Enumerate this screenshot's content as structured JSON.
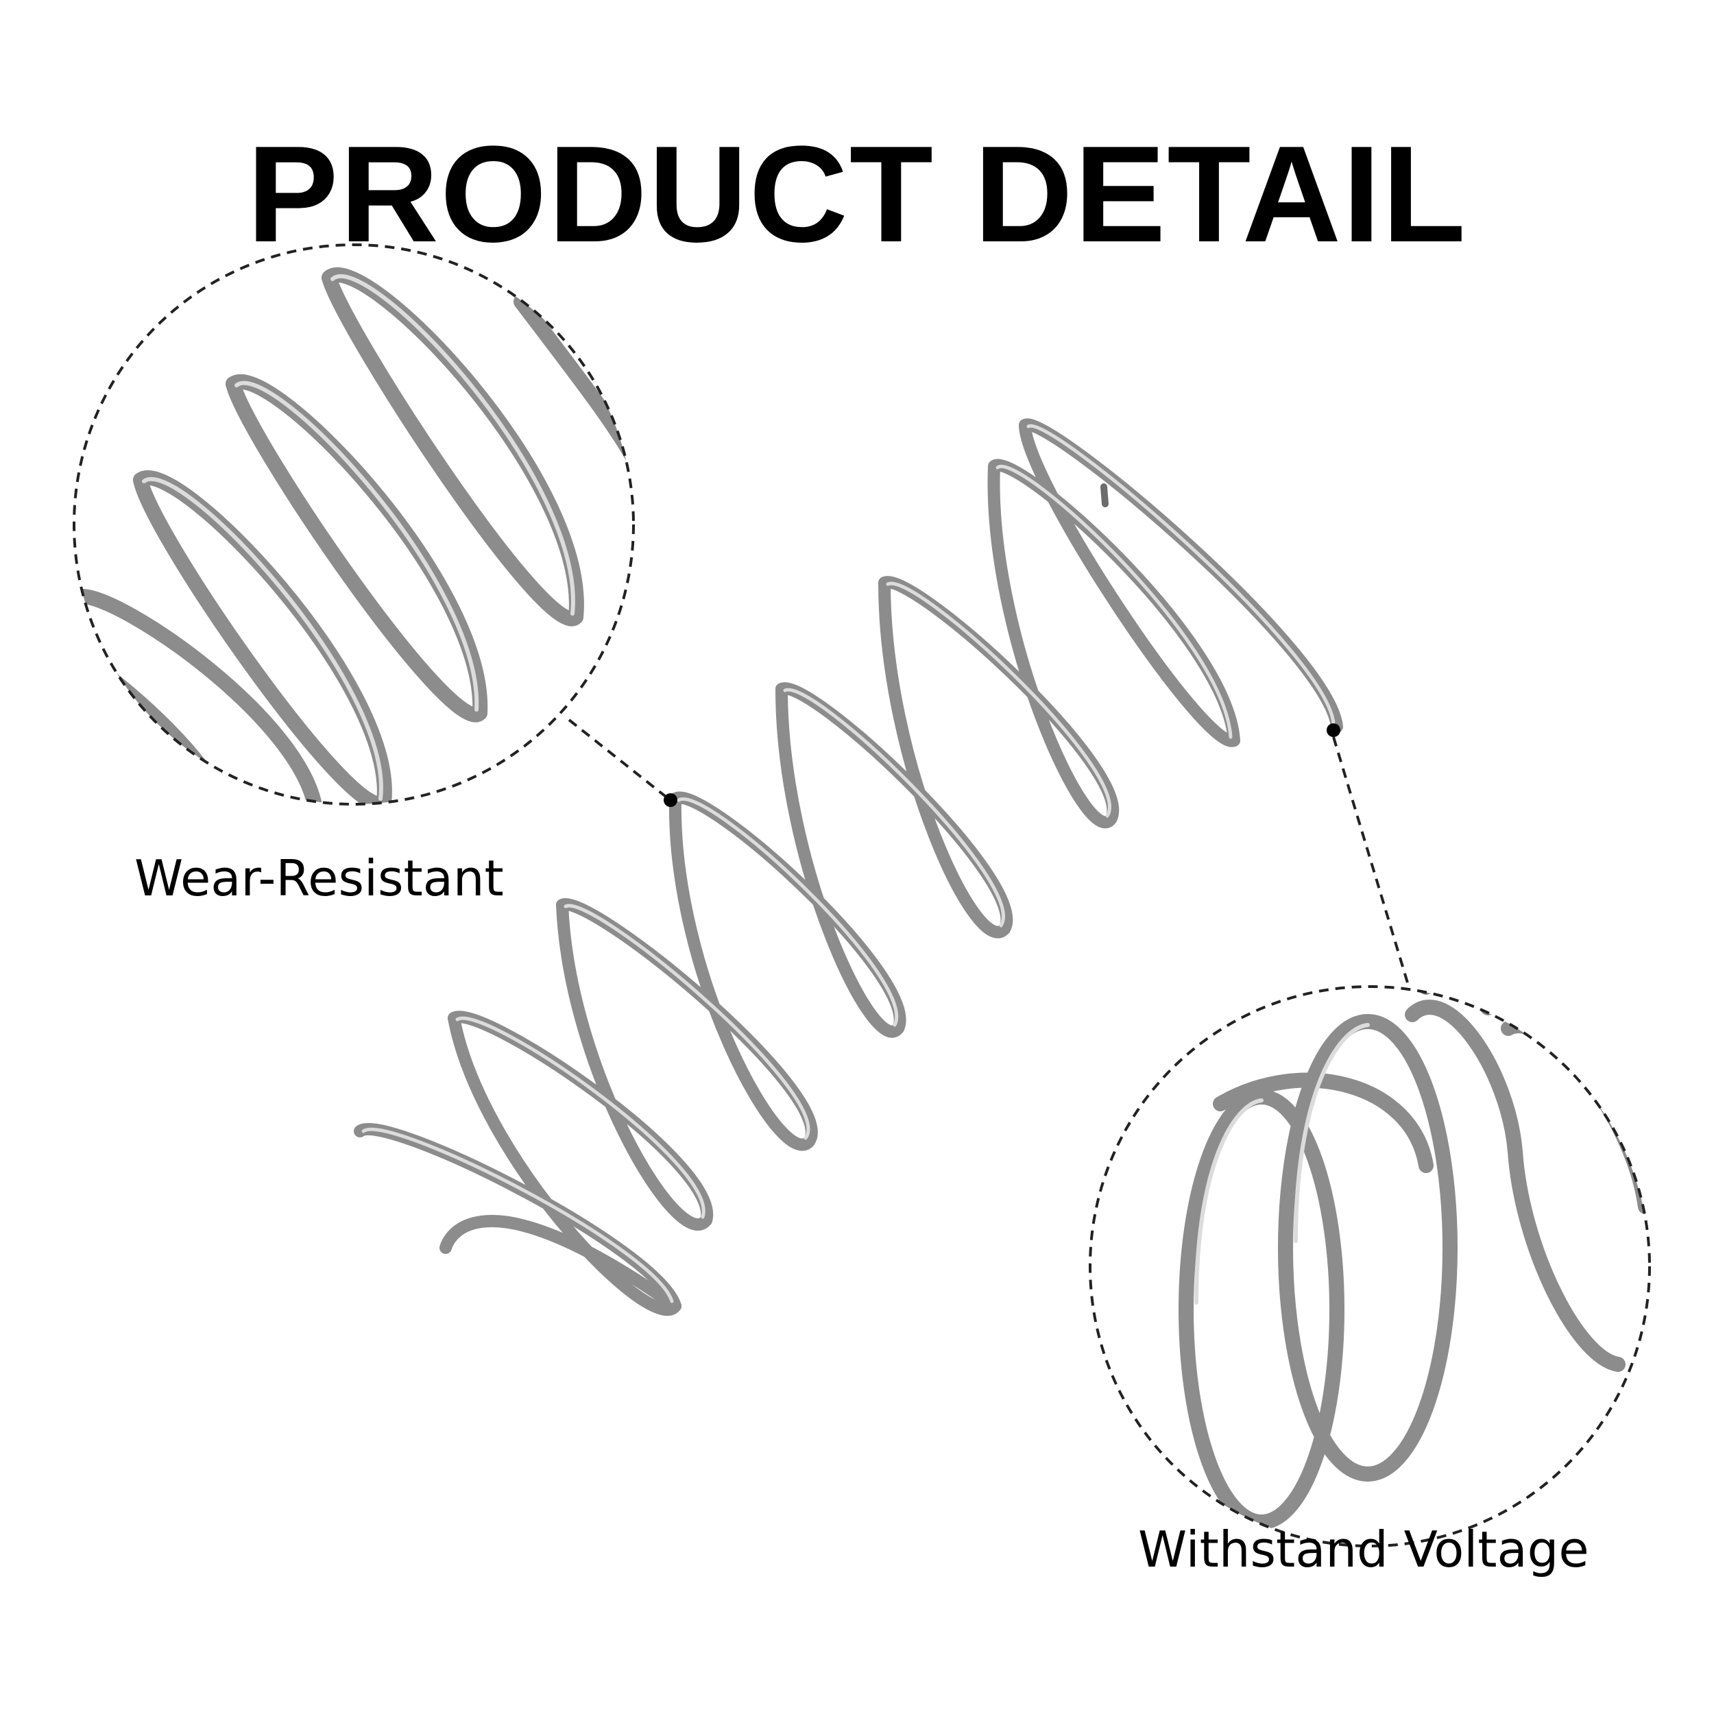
{
  "title": "PRODUCT DETAIL",
  "callouts": [
    {
      "label": "Wear-Resistant"
    },
    {
      "label": "Withstand Voltage"
    }
  ],
  "colors": {
    "background": "#ffffff",
    "text": "#000000",
    "spring_steel": "#8c8c8c",
    "spring_highlight": "#d8d8d8"
  },
  "icons": {
    "main": "compression-spring",
    "detail_1": "spring-coil-closeup",
    "detail_2": "spring-end-closeup"
  }
}
